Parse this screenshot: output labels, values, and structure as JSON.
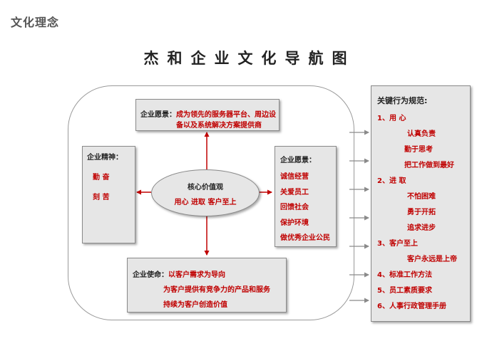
{
  "section_title": "文化理念",
  "main_title": "杰和企业文化导航图",
  "vision_top": {
    "label": "企业愿景：",
    "line1": "成为领先的服务器平台、周边设",
    "line2": "备以及系统解决方案提供商"
  },
  "spirit": {
    "label": "企业精神：",
    "items": [
      "勤 奋",
      "刻 苦"
    ]
  },
  "core_values": {
    "label": "核心价值观",
    "values": "用心  进取  客户至上"
  },
  "vision_right": {
    "label": "企业愿景：",
    "items": [
      "诚信经营",
      "关爱员工",
      "回馈社会",
      "保护环境",
      "做优秀企业公民"
    ]
  },
  "mission": {
    "label": "企业使命：",
    "line1": "以客户需求为导向",
    "line2": "为客户提供有竞争力的产品和服务",
    "line3": "持续为客户创造价值"
  },
  "code_of_conduct": {
    "title": "关键行为规范:",
    "items": [
      "1、用 心",
      "认真负责",
      "勤于思考",
      "把工作做到最好",
      "2、进 取",
      "不怕困难",
      "勇于开拓",
      "追求进步",
      "3、客户至上",
      "客户永远是上帝",
      "4、标准工作方法",
      "5、员工素质要求",
      "6、人事行政管理手册"
    ]
  },
  "colors": {
    "accent_red": "#c00000",
    "box_fill": "#e6e6e6",
    "border_gray": "#8a8a8a"
  }
}
